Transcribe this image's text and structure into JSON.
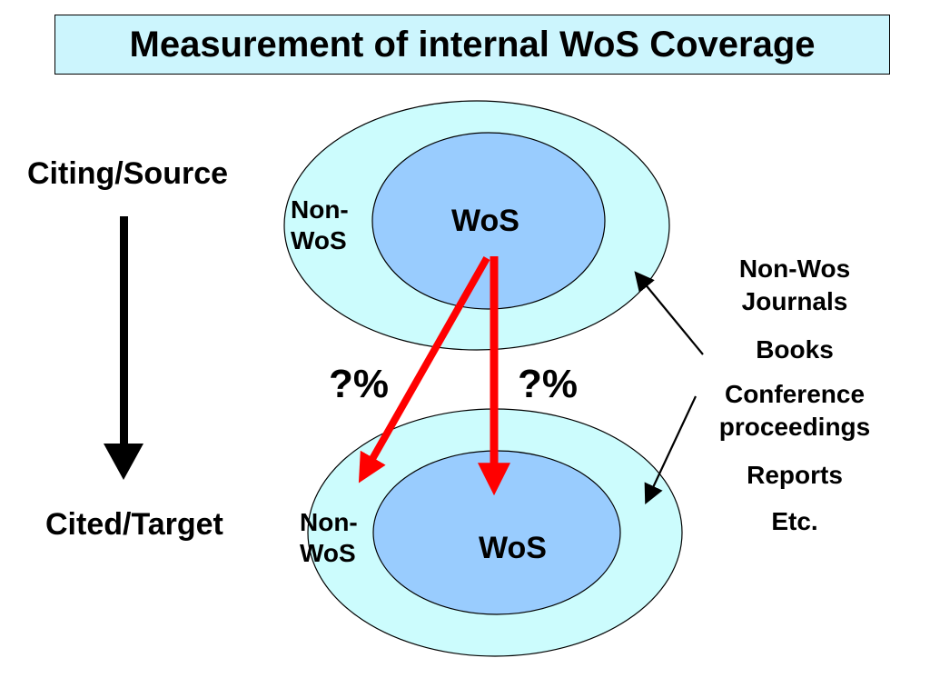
{
  "title": "Measurement of internal WoS Coverage",
  "flow": {
    "source_label": "Citing/Source",
    "target_label": "Cited/Target"
  },
  "source_set": {
    "outer_label_line1": "Non-",
    "outer_label_line2": "WoS",
    "inner_label": "WoS"
  },
  "target_set": {
    "outer_label_line1": "Non-",
    "outer_label_line2": "WoS",
    "inner_label": "WoS"
  },
  "coverage": {
    "to_non_wos": "?%",
    "to_wos": "?%"
  },
  "non_wos_examples": [
    "Non-Wos Journals",
    "Books",
    "Conference proceedings",
    "Reports",
    "Etc."
  ],
  "colors": {
    "title_bg": "#ccf5fd",
    "outer_set": "#ccfcfd",
    "inner_set": "#99ccfe",
    "coverage_arrow": "#ff0000",
    "flow_arrow": "#000000"
  }
}
